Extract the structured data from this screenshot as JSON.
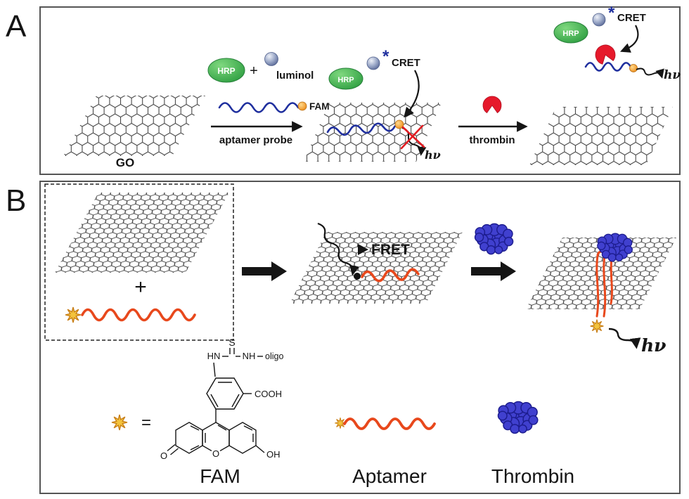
{
  "panel_a": {
    "label": "A",
    "go": "GO",
    "hrp": "HRP",
    "plus": "+",
    "luminol": "luminol",
    "fam": "FAM",
    "aptamer_probe": "aptamer probe",
    "cret": "CRET",
    "asterisk": "*",
    "hv": "hν",
    "thrombin": "thrombin"
  },
  "panel_b": {
    "label": "B",
    "plus": "+",
    "fret": "FRET",
    "hv": "hν",
    "equals": "=",
    "structure": {
      "s": "S",
      "hn": "HN",
      "nh": "NH",
      "oligo": "oligo",
      "cooh": "COOH",
      "ketone_o": "O",
      "ring_o": "O",
      "oh": "OH"
    },
    "legend": {
      "fam": "FAM",
      "aptamer": "Aptamer",
      "thrombin": "Thrombin"
    }
  },
  "colors": {
    "hrp_green": "#3aaf4b",
    "luminol_sphere": "#8d9cc2",
    "aptamer_blue": "#1f2f9e",
    "fam_orange": "#f09a2a",
    "thrombin_red": "#e6192b",
    "aptamer_orange": "#e8481c",
    "star_yellow": "#f3c33c",
    "thrombin_blue": "#4040cf"
  }
}
